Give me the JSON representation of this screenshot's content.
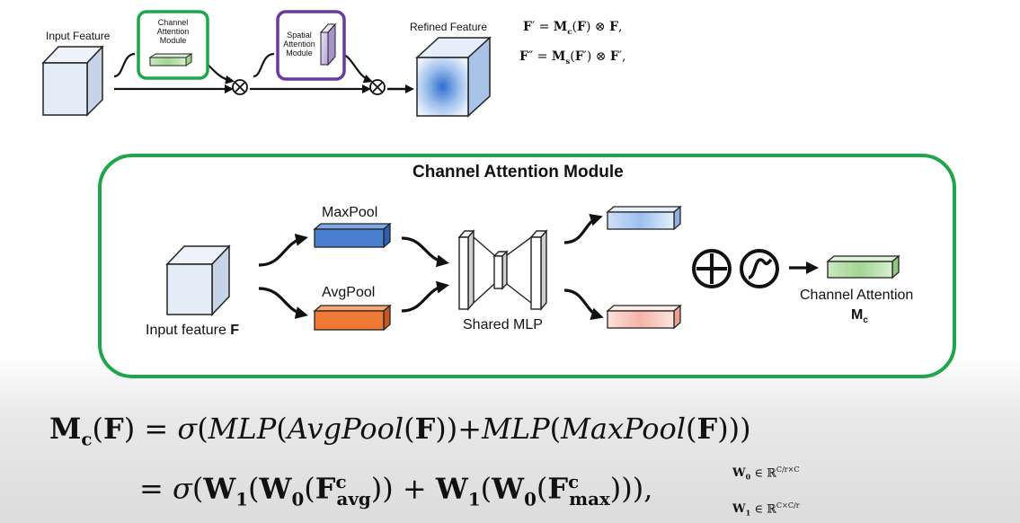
{
  "overview": {
    "input_label": "Input Feature",
    "channel_module_label": [
      "Channel",
      "Attention",
      "Module"
    ],
    "spatial_module_label": [
      "Spatial",
      "Attention",
      "Module"
    ],
    "refined_label": "Refined Feature",
    "eq1": "F′ = Mc(F) ⊗ F,",
    "eq2": "F″ = Ms(F′) ⊗ F′,"
  },
  "cam": {
    "title": "Channel Attention Module",
    "maxpool": "MaxPool",
    "avgpool": "AvgPool",
    "shared_mlp": "Shared MLP",
    "input_label": "Input feature",
    "input_symbol": "F",
    "output_label": "Channel Attention",
    "output_symbol": "M",
    "output_sub": "c"
  },
  "formula": {
    "line1": "Mc(F) = σ(MLP(AvgPool(F))+MLP(MaxPool(F)))",
    "line2": "= σ(W1(W0(Fcavg)) + W1(W0(Fcmax))),",
    "w0": "W0 ∈ ℝC/r×C",
    "w1": "W1 ∈ ℝC×C/r"
  },
  "colors": {
    "channel_green": "#1fa64a",
    "spatial_purple": "#6b3aa0",
    "maxpool_blue": "#4a7fd0",
    "avgpool_orange": "#ef7a36",
    "output_green": "#a9d89b"
  }
}
